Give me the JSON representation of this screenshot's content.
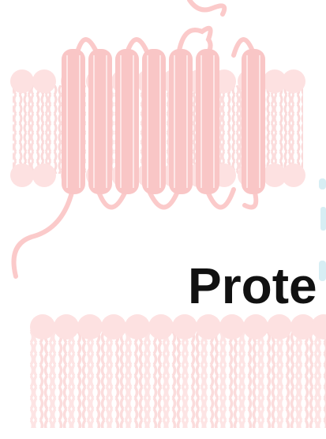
{
  "heading": {
    "text": "Prote"
  },
  "colors": {
    "helix": "#f9c6c6",
    "lipid_head": "#fde1e1",
    "tail": "#fad9d9",
    "loop": "#fbcaca",
    "accent_edge": "#d7eef4",
    "text": "#111111"
  },
  "illustration": {
    "upper_panel": "seven-helix-transmembrane-protein",
    "lower_panel": "lipid-bilayer"
  }
}
